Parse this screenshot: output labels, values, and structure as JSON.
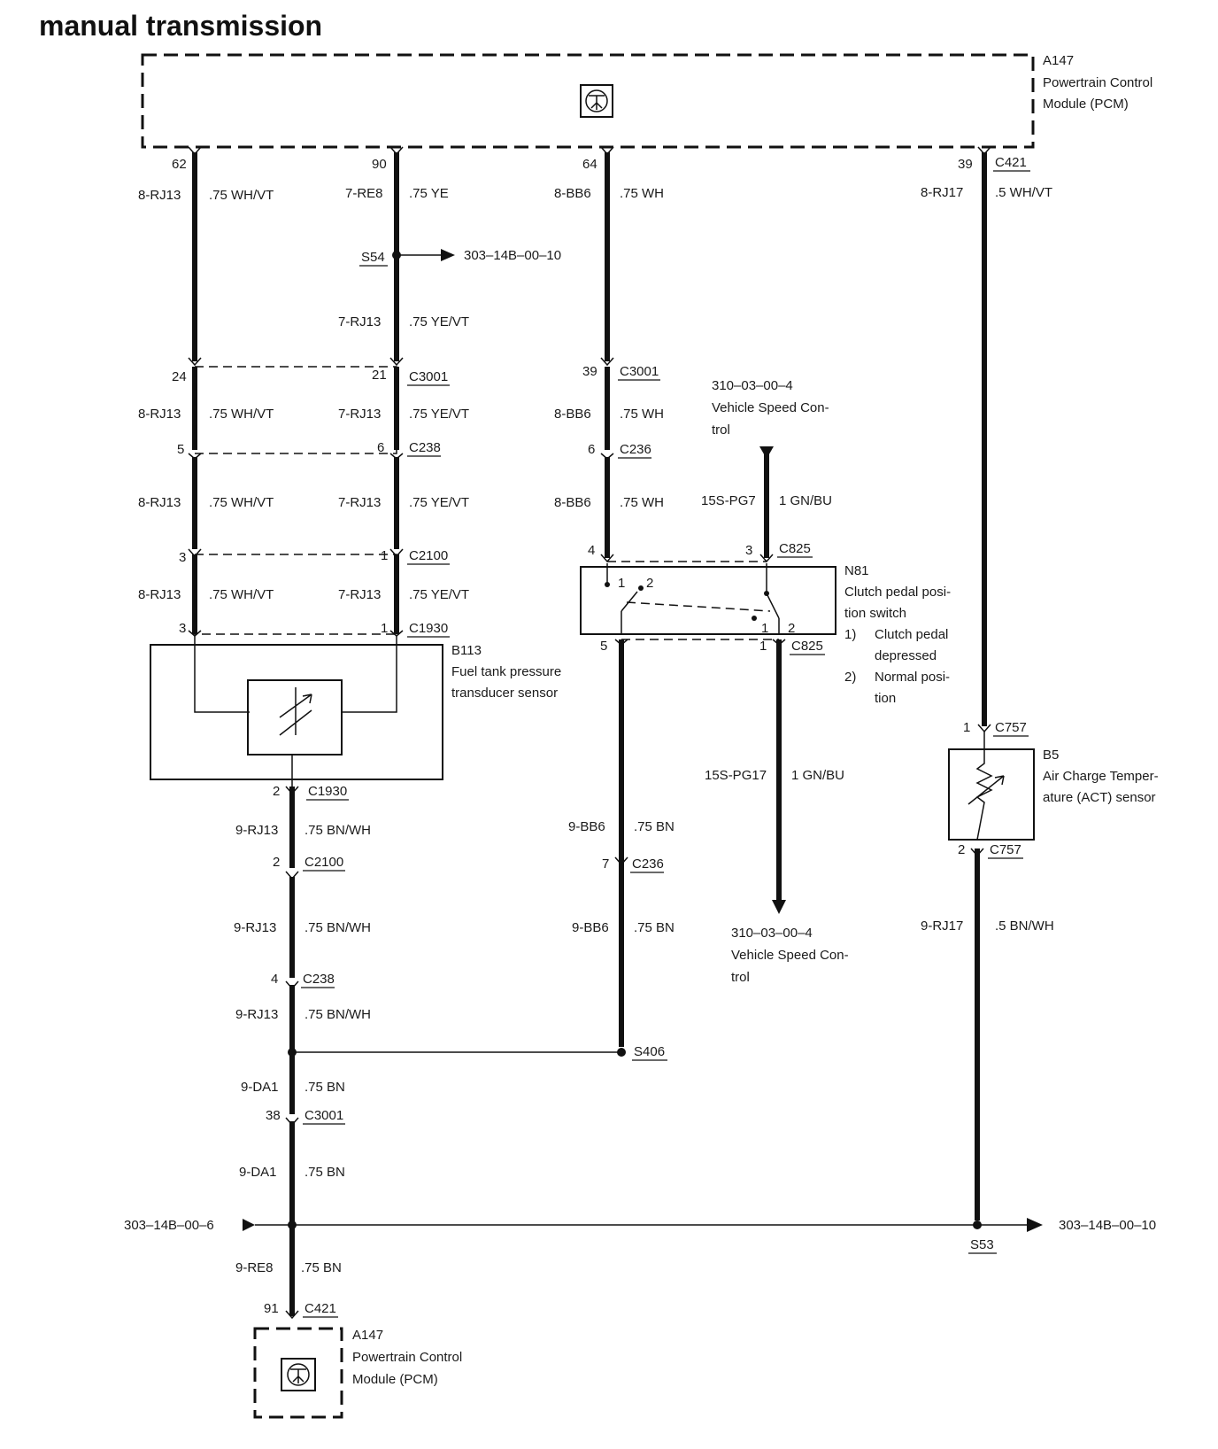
{
  "title": "manual transmission",
  "modules": {
    "pcm_top": {
      "id": "A147",
      "name_line1": "Powertrain Control",
      "name_line2": "Module (PCM)"
    },
    "pcm_bottom": {
      "id": "A147",
      "name_line1": "Powertrain Control",
      "name_line2": "Module (PCM)"
    },
    "b113": {
      "id": "B113",
      "name_line1": "Fuel tank pressure",
      "name_line2": "transducer sensor"
    },
    "n81": {
      "id": "N81",
      "name_line1": "Clutch pedal posi-",
      "name_line2": "tion switch",
      "note1_num": "1)",
      "note1_line1": "Clutch pedal",
      "note1_line2": "depressed",
      "note2_num": "2)",
      "note2_line1": "Normal posi-",
      "note2_line2": "tion"
    },
    "b5": {
      "id": "B5",
      "name_line1": "Air Charge Temper-",
      "name_line2": "ature (ACT) sensor"
    }
  },
  "refs": {
    "vsc_top": {
      "code": "310–03–00–4",
      "line1": "Vehicle Speed Con-",
      "line2": "trol"
    },
    "vsc_bottom": {
      "code": "310–03–00–4",
      "line1": "Vehicle Speed Con-",
      "line2": "trol"
    },
    "s54_ref": "303–14B–00–10",
    "left_ref": "303–14B–00–6",
    "right_ref": "303–14B–00–10"
  },
  "splices": {
    "s54": "S54",
    "s406": "S406",
    "s53": "S53"
  },
  "pins": {
    "p62": "62",
    "p90": "90",
    "p64": "64",
    "p39a": "39",
    "p24": "24",
    "p21": "21",
    "p39b": "39",
    "p5": "5",
    "p6a": "6",
    "p6b": "6",
    "p3a": "3",
    "p1a": "1",
    "p4": "4",
    "p3b": "3",
    "p3c": "3",
    "p1b": "1",
    "p5b": "5",
    "p1c": "1",
    "p1d": "1",
    "p2a": "2",
    "p2b": "2",
    "p2c": "2",
    "p7": "7",
    "p4b": "4",
    "p38": "38",
    "p91": "91",
    "sw1a": "1",
    "sw2a": "2",
    "sw1b": "1",
    "sw2b": "2"
  },
  "connectors": {
    "c421a": "C421",
    "c3001a": "C3001",
    "c3001b": "C3001",
    "c238a": "C238",
    "c236a": "C236",
    "c2100a": "C2100",
    "c825a": "C825",
    "c1930a": "C1930",
    "c825b": "C825",
    "c757a": "C757",
    "c1930b": "C1930",
    "c2100b": "C2100",
    "c757b": "C757",
    "c236b": "C236",
    "c238b": "C238",
    "c3001c": "C3001",
    "c421b": "C421"
  },
  "wires": {
    "w1": "8-RJ13",
    "w1c": ".75 WH/VT",
    "w2": "7-RE8",
    "w2c": ".75 YE",
    "w3": "8-BB6",
    "w3c": ".75 WH",
    "w4": "8-RJ17",
    "w4c": ".5 WH/VT",
    "w5": "7-RJ13",
    "w5c": ".75 YE/VT",
    "w6": "8-RJ13",
    "w6c": ".75 WH/VT",
    "w7": "7-RJ13",
    "w7c": ".75 YE/VT",
    "w8": "8-BB6",
    "w8c": ".75 WH",
    "w9": "8-RJ13",
    "w9c": ".75 WH/VT",
    "w10": "7-RJ13",
    "w10c": ".75 YE/VT",
    "w11": "8-BB6",
    "w11c": ".75 WH",
    "w12": "15S-PG7",
    "w12c": "1 GN/BU",
    "w13": "8-RJ13",
    "w13c": ".75 WH/VT",
    "w14": "7-RJ13",
    "w14c": ".75 YE/VT",
    "w15": "15S-PG17",
    "w15c": "1 GN/BU",
    "w16": "9-RJ13",
    "w16c": ".75 BN/WH",
    "w17": "9-BB6",
    "w17c": ".75 BN",
    "w18": "9-RJ13",
    "w18c": ".75 BN/WH",
    "w19": "9-BB6",
    "w19c": ".75 BN",
    "w20": "9-RJ17",
    "w20c": ".5 BN/WH",
    "w21": "9-RJ13",
    "w21c": ".75 BN/WH",
    "w22": "9-DA1",
    "w22c": ".75 BN",
    "w23": "9-DA1",
    "w23c": ".75 BN",
    "w24": "9-RE8",
    "w24c": ".75 BN"
  }
}
